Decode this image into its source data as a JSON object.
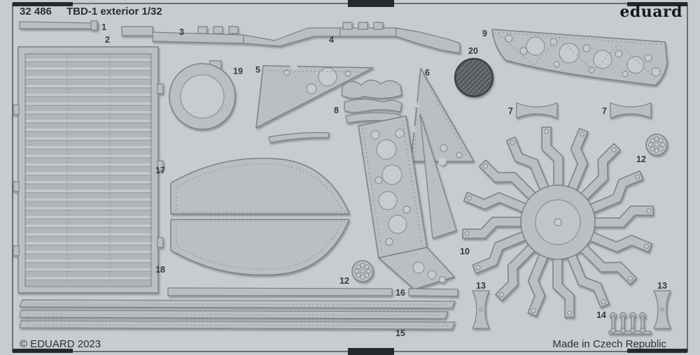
{
  "sheet": {
    "code": "32 486",
    "title": "TBD-1 exterior 1/32",
    "brand": "eduard",
    "copyright": "© EDUARD 2023",
    "origin": "Made in Czech Republic"
  },
  "labels": {
    "n1": "1",
    "n2": "2",
    "n3": "3",
    "n4": "4",
    "n5": "5",
    "n6": "6",
    "n7a": "7",
    "n7b": "7",
    "n8": "8",
    "n9": "9",
    "n10": "10",
    "n12a": "12",
    "n12b": "12",
    "n13a": "13",
    "n13b": "13",
    "n14": "14",
    "n15": "15",
    "n16": "16",
    "n17": "17",
    "n18": "18",
    "n19": "19",
    "n20": "20"
  },
  "colors": {
    "sheet": "#c8cccf",
    "part": "#babfc2",
    "outline": "#7b8083",
    "ink": "#2c2f31",
    "mesh_dark": "#54585a",
    "frame": "#26292b"
  }
}
